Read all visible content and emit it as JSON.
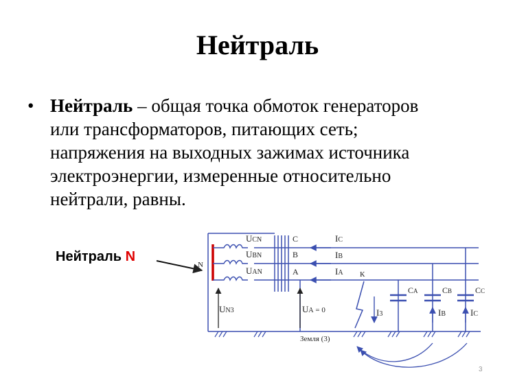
{
  "slide": {
    "title": "Нейтраль",
    "bullet_symbol": "•",
    "term": "Нейтраль",
    "definition_lines": [
      " – общая точка обмоток генераторов",
      "или трансформаторов, питающих сеть;",
      "напряжения на выходных зажимах источника",
      "электроэнергии, измеренные относительно",
      "нейтрали, равны."
    ],
    "callout_text": "Нейтраль ",
    "callout_letter": "N",
    "page_number": "3"
  },
  "diagram": {
    "colors": {
      "wire": "#3b4fb0",
      "neutral": "#cc0000",
      "ink": "#222222"
    },
    "winding_labels": [
      {
        "main": "U",
        "sub": "CN"
      },
      {
        "main": "U",
        "sub": "BN"
      },
      {
        "main": "U",
        "sub": "AN"
      }
    ],
    "phase_labels": [
      "C",
      "B",
      "A"
    ],
    "current_labels": [
      {
        "main": "I",
        "sub": "C"
      },
      {
        "main": "I",
        "sub": "B"
      },
      {
        "main": "I",
        "sub": "A"
      }
    ],
    "neutral_label": "N",
    "fault_label": "К",
    "un3": {
      "main": "U",
      "sub": "N3"
    },
    "ua": {
      "main": "U",
      "sub": "A",
      "rest": " = 0"
    },
    "i3": {
      "main": "I",
      "sub": "3"
    },
    "cap_labels": [
      {
        "main": "C",
        "sub": "A"
      },
      {
        "main": "C",
        "sub": "B"
      },
      {
        "main": "C",
        "sub": "C"
      }
    ],
    "ib": {
      "main": "I",
      "sub": "B"
    },
    "ic": {
      "main": "I",
      "sub": "C"
    },
    "ground_label": "Земля (3)"
  }
}
